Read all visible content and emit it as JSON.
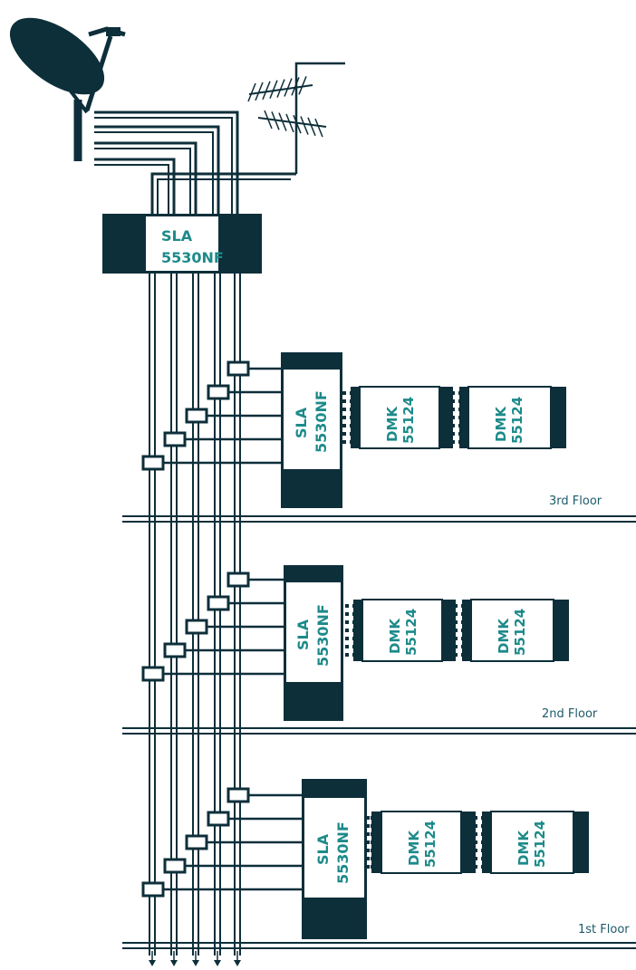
{
  "top_switch": {
    "line1": "SLA",
    "line2": "5530NF"
  },
  "floors": [
    {
      "label": "3rd Floor",
      "switch": {
        "line1": "SLA",
        "line2": "5530NF"
      },
      "outlets": [
        {
          "line1": "DMK",
          "line2": "55124"
        },
        {
          "line1": "DMK",
          "line2": "55124"
        }
      ]
    },
    {
      "label": "2nd Floor",
      "switch": {
        "line1": "SLA",
        "line2": "5530NF"
      },
      "outlets": [
        {
          "line1": "DMK",
          "line2": "55124"
        },
        {
          "line1": "DMK",
          "line2": "55124"
        }
      ]
    },
    {
      "label": "1st Floor",
      "switch": {
        "line1": "SLA",
        "line2": "5530NF"
      },
      "outlets": [
        {
          "line1": "DMK",
          "line2": "55124"
        },
        {
          "line1": "DMK",
          "line2": "55124"
        }
      ]
    }
  ],
  "icons": {
    "dish": "satellite-dish-icon",
    "antenna": "terrestrial-antenna-icon",
    "tap": "tap-coupler-icon",
    "arrow": "arrow-down-icon"
  },
  "colors": {
    "dark": "#0d2f3a",
    "text": "#1d8a8a",
    "floor_text": "#1d5a6a"
  }
}
